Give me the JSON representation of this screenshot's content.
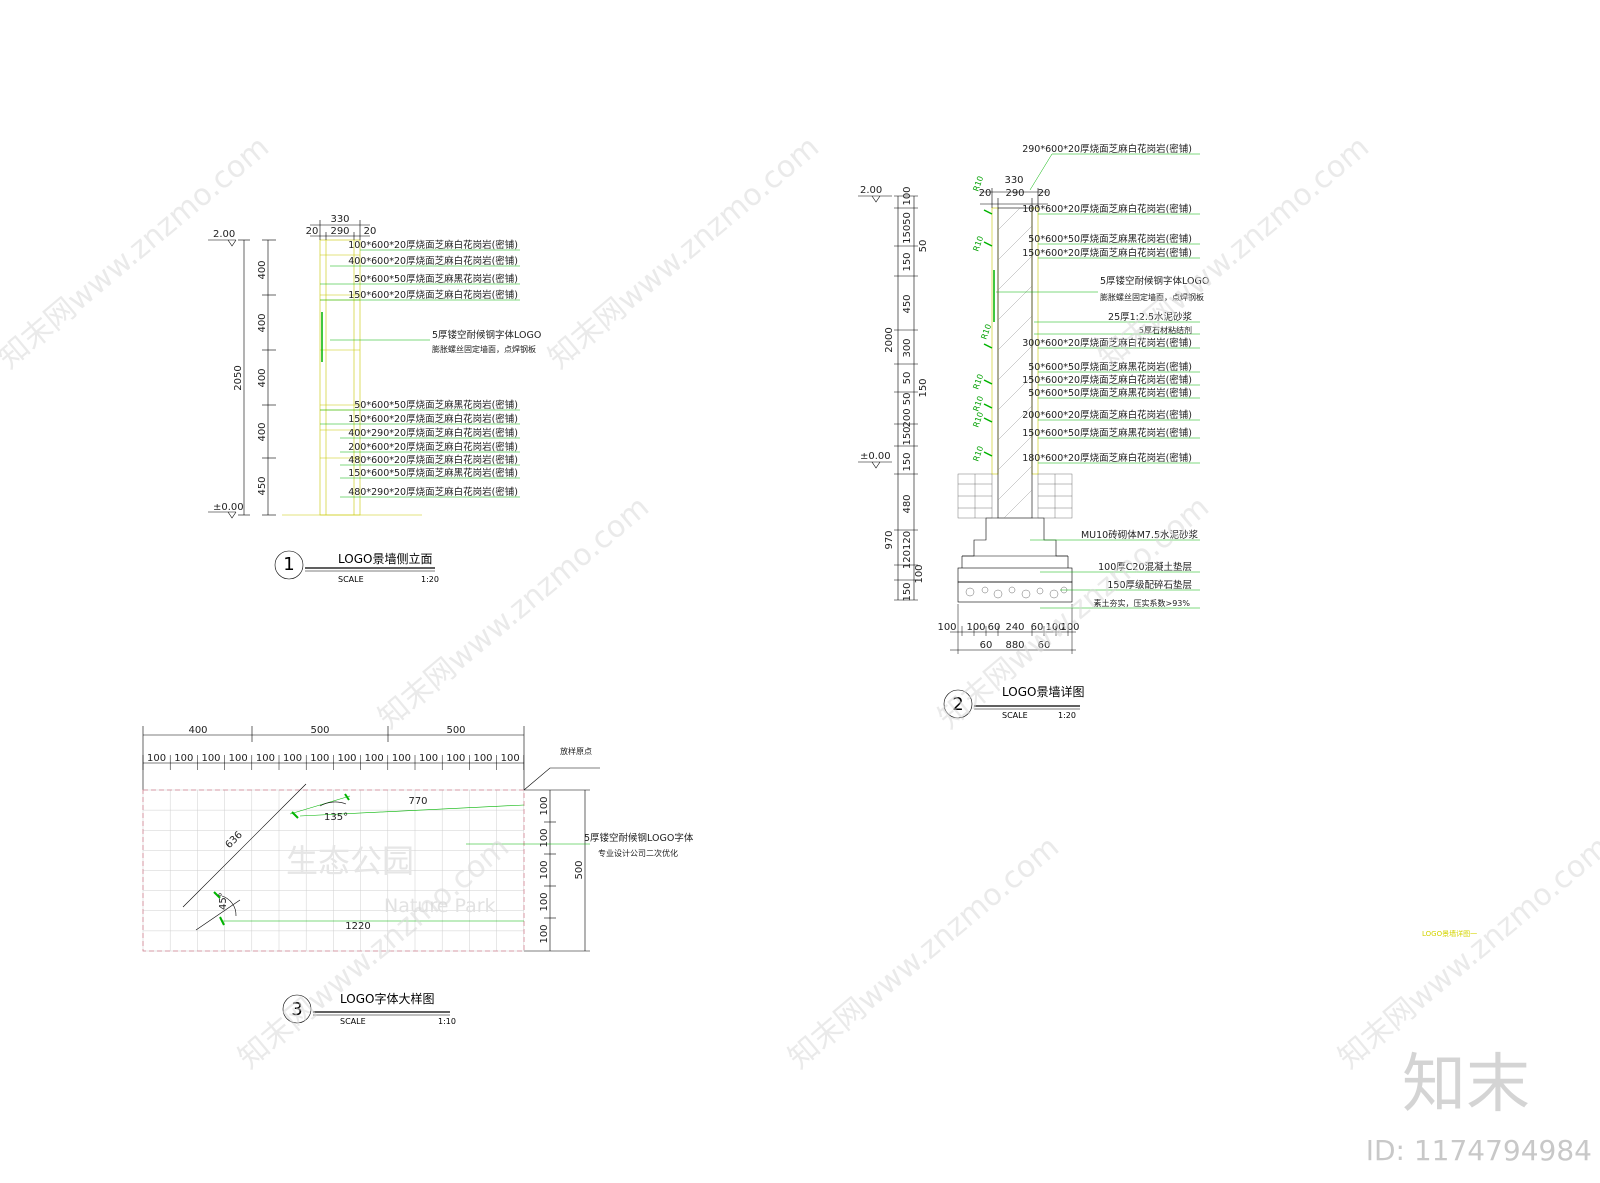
{
  "drawing1": {
    "number": "1",
    "title": "LOGO景墙侧立面",
    "scale_label": "SCALE",
    "scale": "1:20",
    "level_top": "2.00",
    "level_bottom": "±0.00",
    "total_height": "2050",
    "top_dims": [
      "330",
      "20",
      "290",
      "20"
    ],
    "vertical_dims": [
      "400",
      "400",
      "400",
      "400",
      "450"
    ],
    "callouts": [
      "100*600*20厚烧面芝麻白花岗岩(密铺)",
      "400*600*20厚烧面芝麻白花岗岩(密铺)",
      "50*600*50厚烧面芝麻黑花岗岩(密铺)",
      "150*600*20厚烧面芝麻白花岗岩(密铺)",
      "5厚镂空耐候钢字体LOGO",
      "膨胀螺丝固定墙面，点焊钢板",
      "50*600*50厚烧面芝麻黑花岗岩(密铺)",
      "150*600*20厚烧面芝麻白花岗岩(密铺)",
      "400*290*20厚烧面芝麻白花岗岩(密铺)",
      "200*600*20厚烧面芝麻白花岗岩(密铺)",
      "480*600*20厚烧面芝麻白花岗岩(密铺)",
      "150*600*50厚烧面芝麻黑花岗岩(密铺)",
      "480*290*20厚烧面芝麻白花岗岩(密铺)"
    ]
  },
  "drawing2": {
    "number": "2",
    "title": "LOGO景墙详图",
    "scale_label": "SCALE",
    "scale": "1:20",
    "level_top": "2.00",
    "level_ground": "±0.00",
    "top_dims": [
      "330",
      "20",
      "290",
      "20"
    ],
    "left_total": [
      "2000",
      "970"
    ],
    "left_dims": [
      "100",
      "15050",
      "150",
      "450",
      "300",
      "50",
      "200 50",
      "150",
      "150",
      "480",
      "120120",
      "100",
      "150"
    ],
    "inner_dims": [
      "50",
      "150"
    ],
    "rebar_labels": [
      "R10",
      "R10",
      "R10",
      "R10",
      "R10",
      "R10",
      "R10"
    ],
    "bottom_dims_row1": [
      "100",
      "100",
      "60",
      "240",
      "60",
      "100",
      "100"
    ],
    "bottom_dims_row2": [
      "60",
      "880",
      "60"
    ],
    "callouts": [
      "290*600*20厚烧面芝麻白花岗岩(密铺)",
      "100*600*20厚烧面芝麻白花岗岩(密铺)",
      "50*600*50厚烧面芝麻黑花岗岩(密铺)",
      "150*600*20厚烧面芝麻白花岗岩(密铺)",
      "5厚镂空耐候钢字体LOGO",
      "膨胀螺丝固定墙面，点焊钢板",
      "25厚1:2.5水泥砂浆",
      "5厚石材粘结剂",
      "300*600*20厚烧面芝麻白花岗岩(密铺)",
      "50*600*50厚烧面芝麻黑花岗岩(密铺)",
      "150*600*20厚烧面芝麻白花岗岩(密铺)",
      "50*600*50厚烧面芝麻黑花岗岩(密铺)",
      "200*600*20厚烧面芝麻白花岗岩(密铺)",
      "150*600*50厚烧面芝麻黑花岗岩(密铺)",
      "180*600*20厚烧面芝麻白花岗岩(密铺)",
      "MU10砖砌体M7.5水泥砂浆",
      "100厚C20混凝土垫层",
      "150厚级配碎石垫层",
      "素土夯实，压实系数>93%"
    ]
  },
  "drawing3": {
    "number": "3",
    "title": "LOGO字体大样图",
    "scale_label": "SCALE",
    "scale": "1:10",
    "top_dims": [
      "400",
      "500",
      "500"
    ],
    "grid_dims": [
      "100",
      "100",
      "100",
      "100",
      "100",
      "100",
      "100",
      "100",
      "100",
      "100",
      "100",
      "100",
      "100",
      "100"
    ],
    "right_dims": [
      "100",
      "100",
      "100",
      "100",
      "100"
    ],
    "right_total": "500",
    "origin_label": "放样原点",
    "dim_770": "770",
    "dim_636": "636",
    "dim_1220": "1220",
    "angle_135": "135°",
    "angle_45": "45°",
    "logo_cn": "生态公园",
    "logo_en": "Nature Park",
    "callout1": "5厚镂空耐候钢LOGO字体",
    "callout2": "专业设计公司二次优化"
  },
  "side_labels": {
    "sheet_label": "LOGO景墙详图一"
  },
  "watermark": {
    "text": "知末网www.znzmo.com",
    "brand": "知末",
    "id_text": "ID: 1174794984"
  },
  "colors": {
    "lines": "#000000",
    "green": "#00b400",
    "yellow": "#e6e600",
    "pink": "#d08090"
  }
}
